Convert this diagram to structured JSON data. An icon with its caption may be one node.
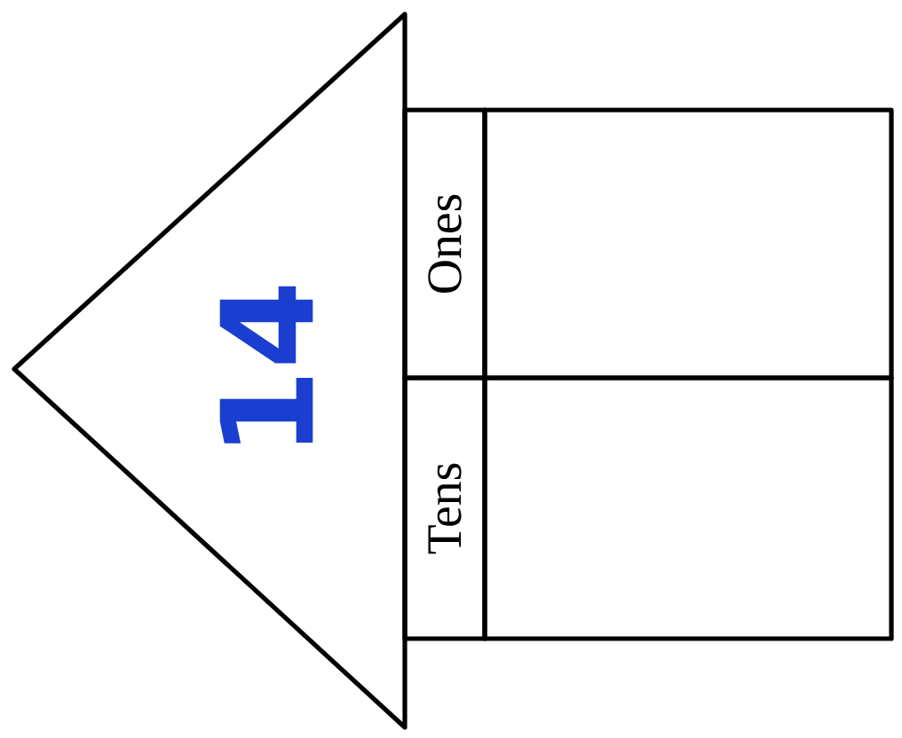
{
  "diagram": {
    "nodes": [
      {
        "text": [
          "14"
        ]
      },
      {
        "text": [
          "Ones"
        ]
      },
      {
        "text": [
          "Tens"
        ]
      },
      {
        "text": [],
        "shape": "box"
      },
      {
        "text": [],
        "shape": "box"
      }
    ]
  }
}
